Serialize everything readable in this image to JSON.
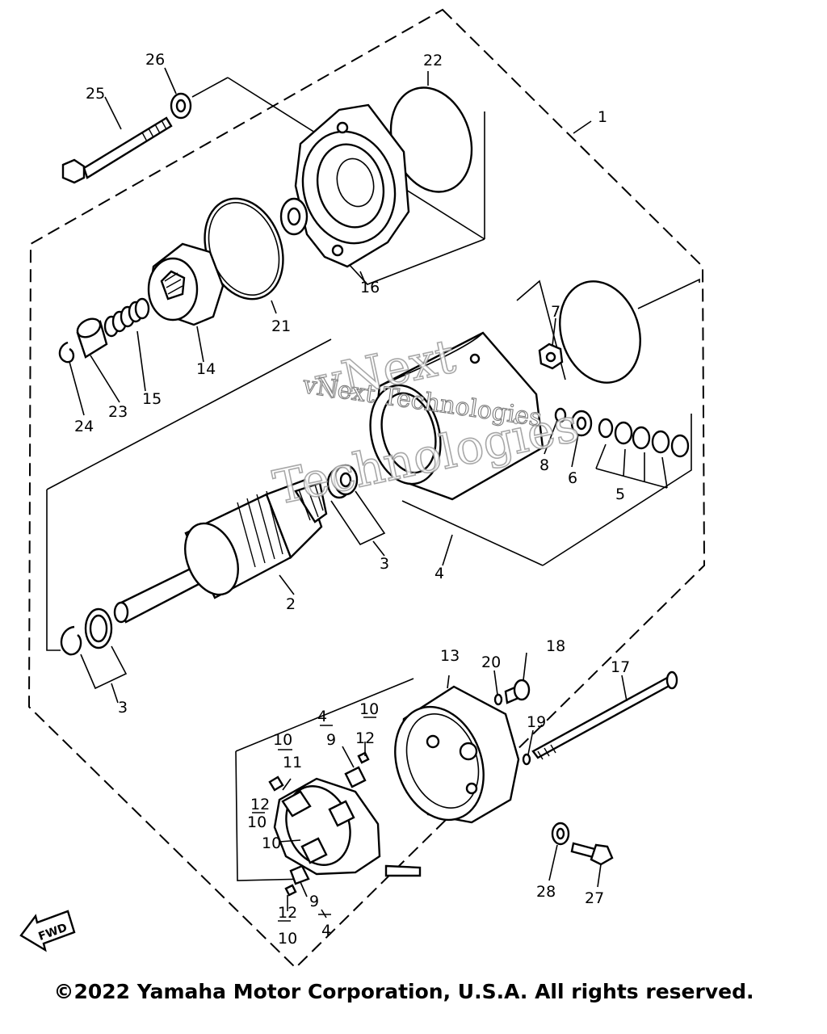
{
  "callouts": {
    "p1": "1",
    "p2": "2",
    "p3a": "3",
    "p3b": "3",
    "p4": "4",
    "p4a": "4",
    "p4b": "4",
    "p5": "5",
    "p6": "6",
    "p7": "7",
    "p8": "8",
    "p9a": "9",
    "p9b": "9",
    "p10a": "10",
    "p10b": "10",
    "p10c": "10",
    "p10d": "10",
    "p10e": "10",
    "p11": "11",
    "p12a": "12",
    "p12b": "12",
    "p12c": "12",
    "p13": "13",
    "p14": "14",
    "p15": "15",
    "p16": "16",
    "p17": "17",
    "p18": "18",
    "p19": "19",
    "p20": "20",
    "p21": "21",
    "p22": "22",
    "p23": "23",
    "p24": "24",
    "p25": "25",
    "p26": "26",
    "p27": "27",
    "p28": "28"
  },
  "watermark": {
    "line1": "vNext",
    "line2": "Technologies",
    "line3": "vNext Technologies"
  },
  "fwd_label": "FWD",
  "copyright": "©2022 Yamaha Motor Corporation, U.S.A. All rights reserved."
}
